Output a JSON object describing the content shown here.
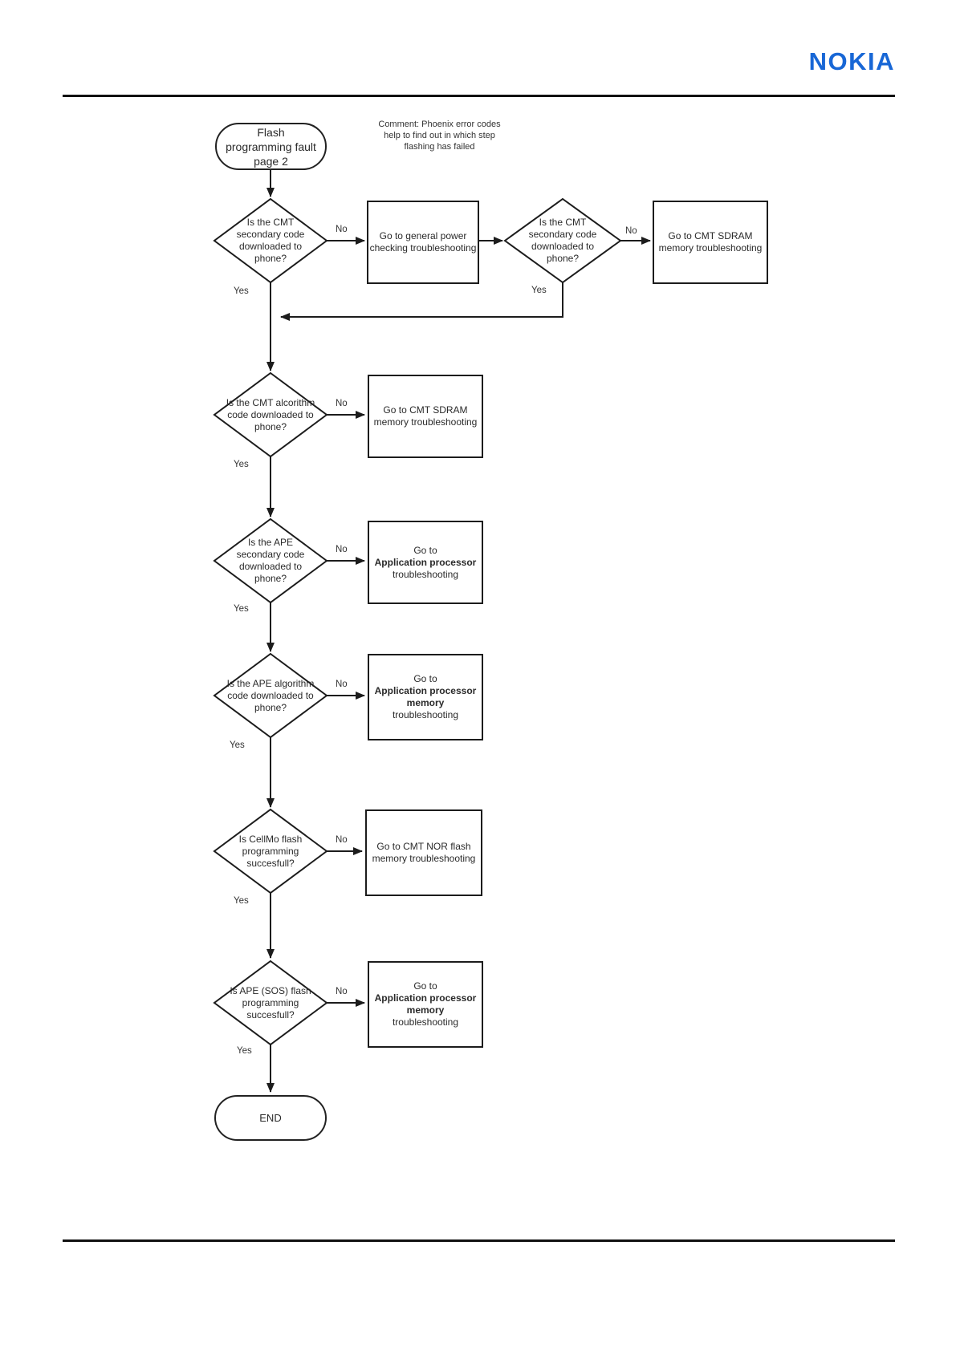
{
  "page": {
    "logo": "NOKIA",
    "logo_color": "#1867D6",
    "line_color": "#1c1c1c"
  },
  "comment": {
    "lines": [
      "Comment: Phoenix error codes",
      "help to find out in which step",
      "flashing has failed"
    ]
  },
  "flowchart": {
    "start": {
      "lines": [
        "Flash",
        "programming fault",
        "page 2"
      ]
    },
    "d1": {
      "lines": [
        "Is the CMT",
        "secondary code",
        "downloaded to",
        "phone?"
      ]
    },
    "p1": {
      "lines": [
        "Go to general power",
        "checking troubleshooting"
      ]
    },
    "d2": {
      "lines": [
        "Is the CMT",
        "secondary code",
        "downloaded to",
        "phone?"
      ]
    },
    "p2": {
      "lines": [
        "Go to CMT SDRAM",
        "memory troubleshooting"
      ]
    },
    "d3": {
      "lines": [
        "Is the CMT alcorithm",
        "code downloaded to",
        "phone?"
      ]
    },
    "p3": {
      "lines": [
        "Go to CMT SDRAM",
        "memory troubleshooting"
      ]
    },
    "d4": {
      "lines": [
        "Is the APE",
        "secondary code",
        "downloaded to",
        "phone?"
      ]
    },
    "p4": {
      "lines": [
        "Go to",
        "Application processor",
        "troubleshooting"
      ]
    },
    "d5": {
      "lines": [
        "Is the APE algorithm",
        "code downloaded to",
        "phone?"
      ]
    },
    "p5": {
      "lines": [
        "Go to",
        "Application processor",
        "memory",
        "troubleshooting"
      ]
    },
    "d6": {
      "lines": [
        "Is CellMo flash",
        "programming",
        "succesfull?"
      ]
    },
    "p6": {
      "lines": [
        "Go to CMT NOR flash",
        "memory troubleshooting"
      ]
    },
    "d7": {
      "lines": [
        "Is APE (SOS) flash",
        "programming",
        "succesfull?"
      ]
    },
    "p7": {
      "lines": [
        "Go to",
        "Application processor",
        "memory",
        "troubleshooting"
      ]
    },
    "end": {
      "label": "END"
    },
    "labels": {
      "yes": "Yes",
      "no": "No"
    }
  }
}
